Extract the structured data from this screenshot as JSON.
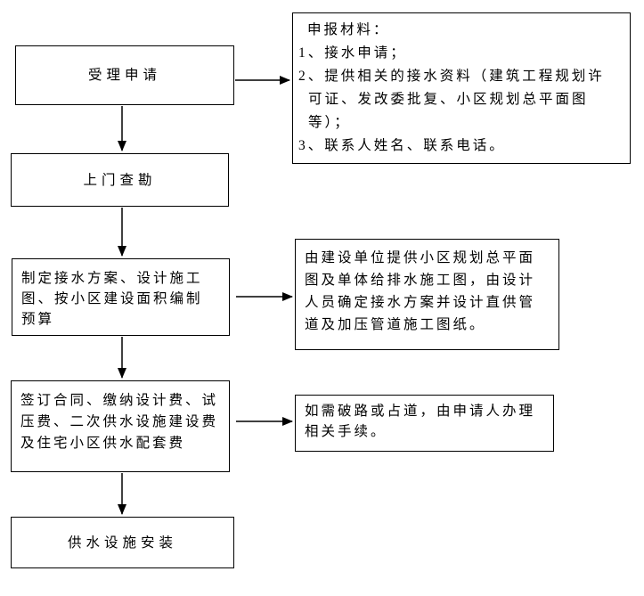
{
  "flowchart": {
    "colors": {
      "background": "#ffffff",
      "line": "#000000",
      "text": "#000000"
    },
    "left_steps": [
      {
        "label": "受理申请"
      },
      {
        "label": "上门查勘"
      },
      {
        "lines": [
          "制定接水方案、设计施工",
          "图、按小区建设面积编制",
          "预算"
        ]
      },
      {
        "lines": [
          "签订合同、缴纳设计费、试",
          "压费、二次供水设施建设费",
          "及住宅小区供水配套费"
        ]
      },
      {
        "label": "供水设施安装"
      }
    ],
    "right_notes": [
      {
        "lines": [
          {
            "text": "申报材料：",
            "indent": "title"
          },
          {
            "text": "1、接水申请；",
            "indent": "item"
          },
          {
            "text": "2、提供相关的接水资料（建筑工程规划许",
            "indent": "item"
          },
          {
            "text": "可证、发改委批复、小区规划总平面图",
            "indent": "cont"
          },
          {
            "text": "等）；",
            "indent": "cont"
          },
          {
            "text": "3、联系人姓名、联系电话。",
            "indent": "item"
          }
        ]
      },
      {
        "lines": [
          "由建设单位提供小区规划总平面",
          "图及单体给排水施工图，由设计",
          "人员确定接水方案并设计直供管",
          "道及加压管道施工图纸。"
        ]
      },
      {
        "lines": [
          "如需破路或占道，由申请人办理",
          "相关手续。"
        ]
      }
    ]
  }
}
